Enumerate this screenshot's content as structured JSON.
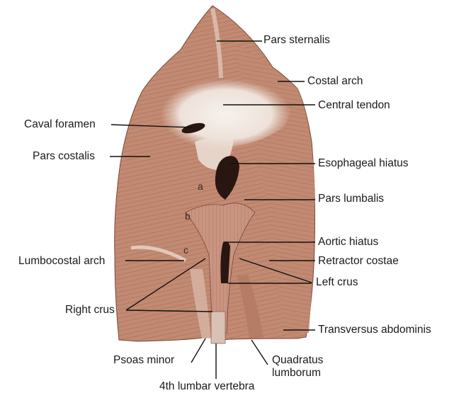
{
  "labels": {
    "pars_sternalis": "Pars sternalis",
    "costal_arch": "Costal arch",
    "central_tendon": "Central tendon",
    "caval_foramen": "Caval foramen",
    "pars_costalis": "Pars costalis",
    "esophageal_hiatus": "Esophageal hiatus",
    "pars_lumbalis": "Pars lumbalis",
    "aortic_hiatus": "Aortic hiatus",
    "retractor_costae": "Retractor costae",
    "lumbocostal_arch": "Lumbocostal arch",
    "left_crus": "Left crus",
    "right_crus": "Right crus",
    "transversus_abdominis": "Transversus abdominis",
    "psoas_minor": "Psoas minor",
    "quadratus_lumborum_1": "Quadratus",
    "quadratus_lumborum_2": "lumborum",
    "fourth_lumbar_vertebra": "4th lumbar vertebra"
  },
  "letters": {
    "a": "a",
    "b": "b",
    "c": "c"
  },
  "colors": {
    "muscle": "#c28a72",
    "muscle_dark": "#8a5444",
    "tendon": "#f1ebe6",
    "hole": "#2a1610",
    "leader": "#111111"
  }
}
